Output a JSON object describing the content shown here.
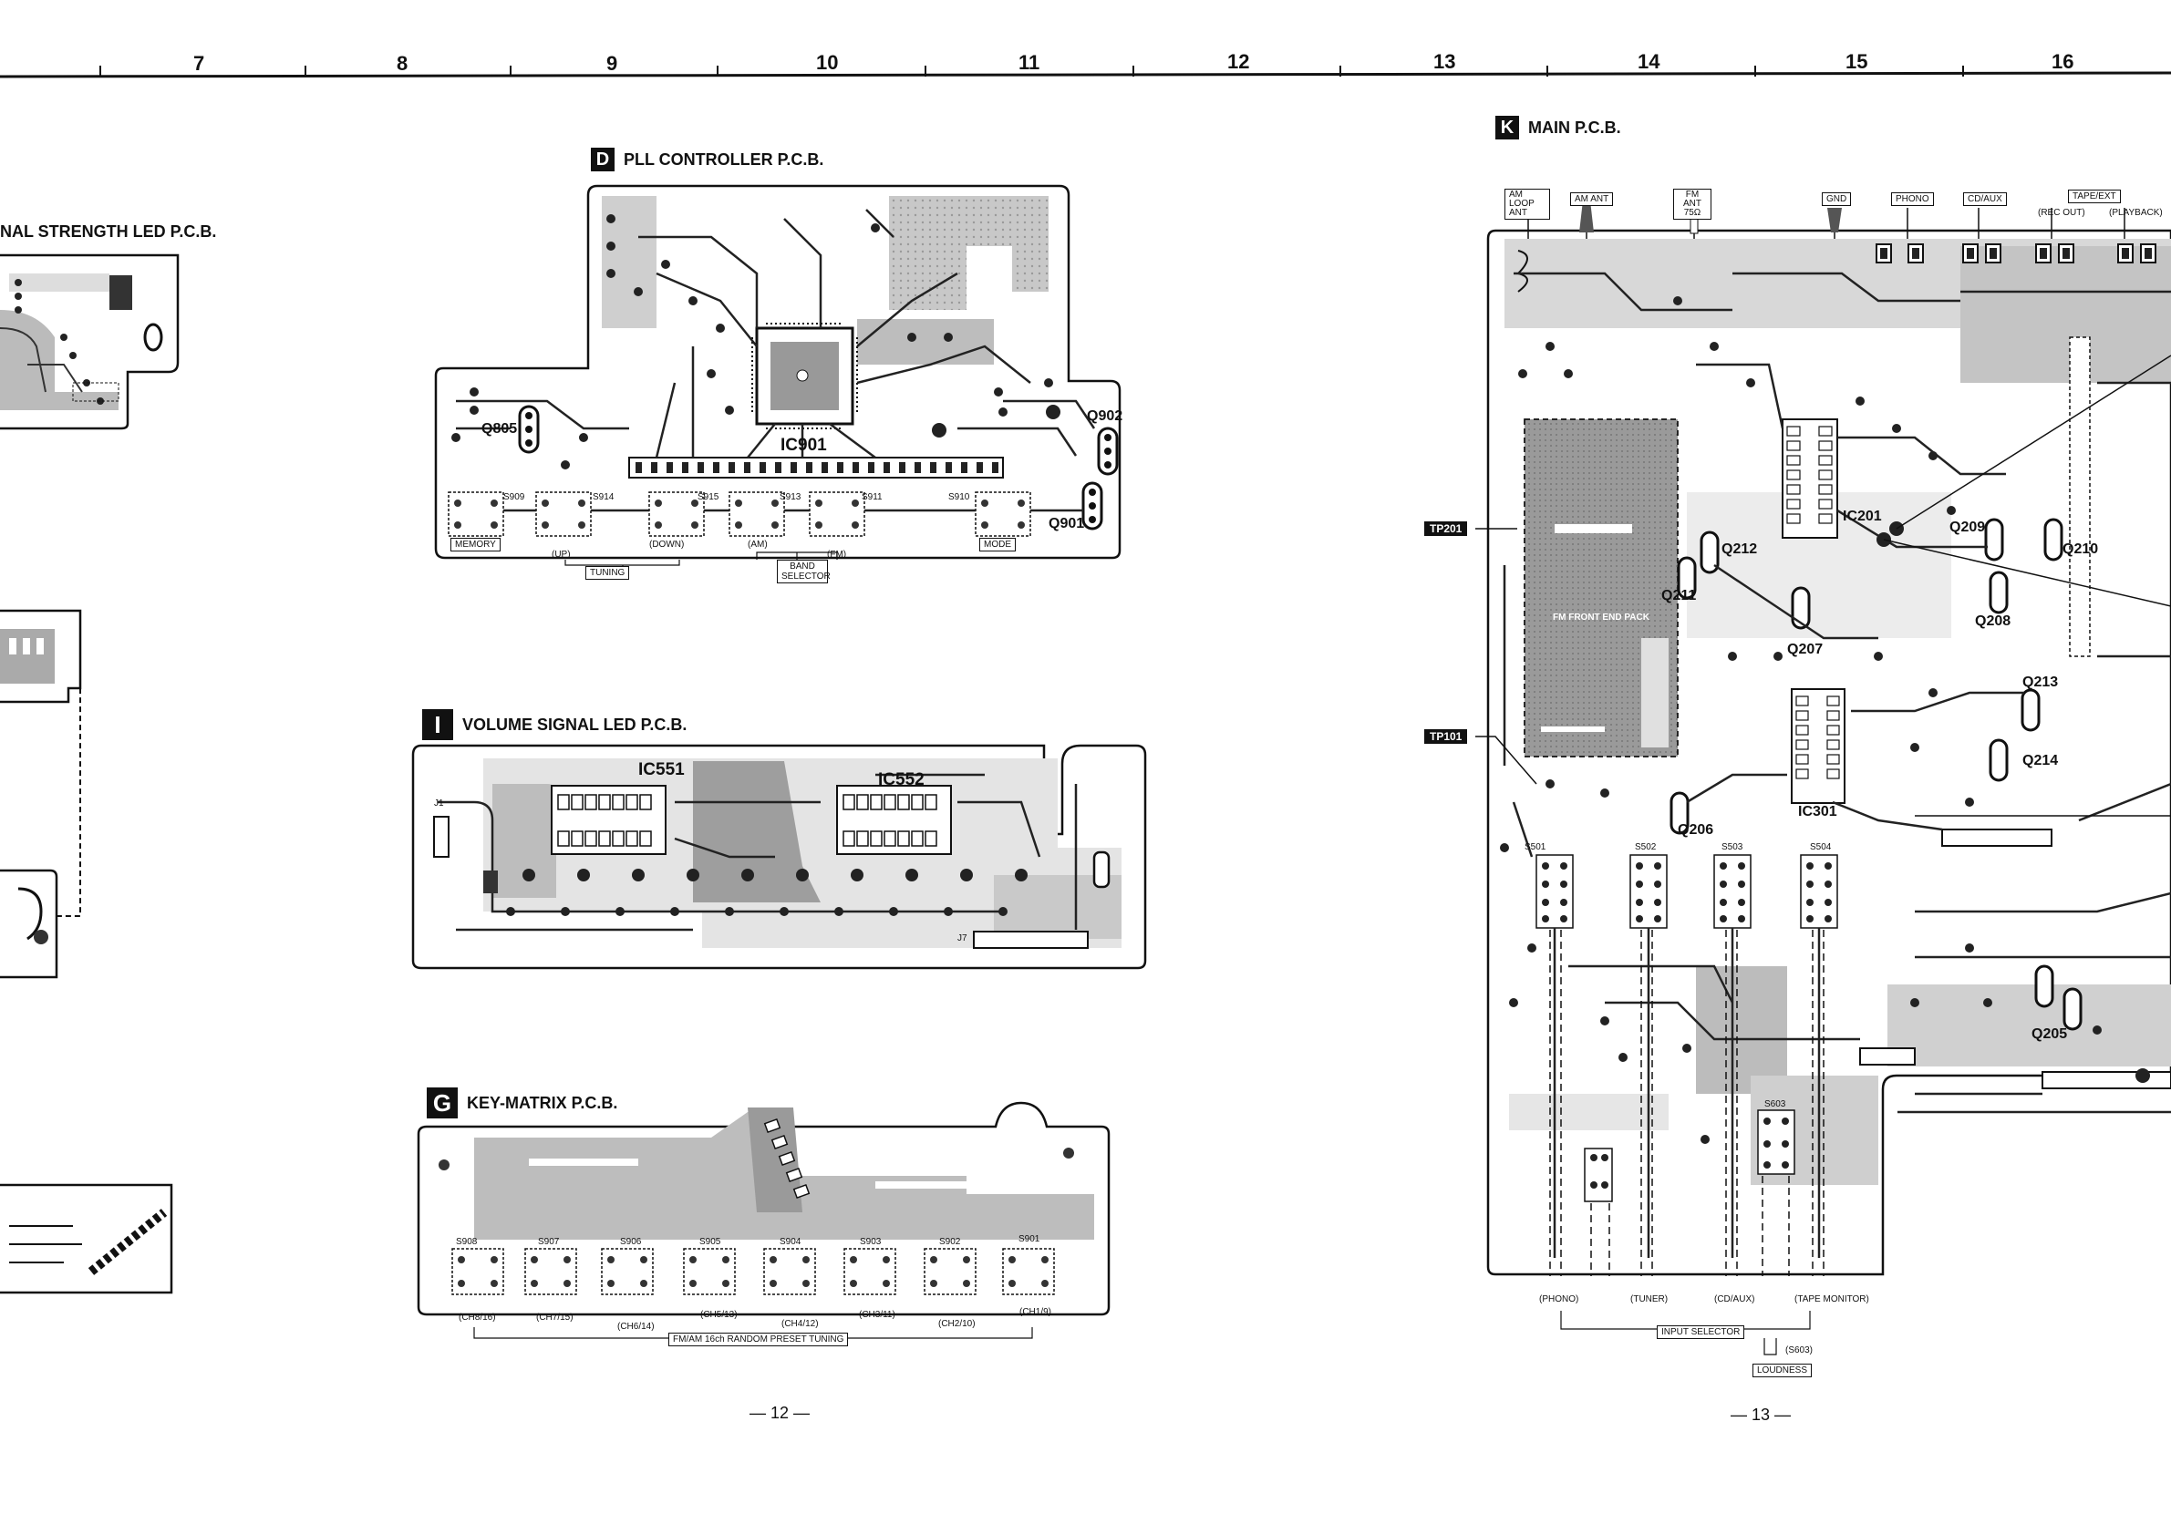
{
  "column_numbers": [
    "7",
    "8",
    "9",
    "10",
    "11",
    "12",
    "13",
    "14",
    "15",
    "16"
  ],
  "boards": {
    "signal_strength": {
      "title": "NAL STRENGTH LED P.C.B."
    },
    "pll": {
      "badge": "D",
      "title": "PLL CONTROLLER P.C.B.",
      "ic": "IC901",
      "q1": "Q805",
      "q2": "Q902",
      "q3": "Q901",
      "switches": [
        "S909",
        "S914",
        "S915",
        "S913",
        "S911",
        "S910"
      ],
      "labels": {
        "memory": "MEMORY",
        "up": "(UP)",
        "down": "(DOWN)",
        "am": "(AM)",
        "fm": "(FM)",
        "tuning": "TUNING",
        "band_selector": "BAND SELECTOR",
        "mode": "MODE"
      }
    },
    "volume": {
      "badge": "I",
      "title": "VOLUME SIGNAL LED P.C.B.",
      "ic1": "IC551",
      "ic2": "IC552",
      "connector": "J1",
      "connector2": "J7"
    },
    "keymatrix": {
      "badge": "G",
      "title": "KEY-MATRIX P.C.B.",
      "switches": [
        "S908",
        "S907",
        "S906",
        "S905",
        "S904",
        "S903",
        "S902",
        "S901"
      ],
      "top_channels": [
        "(CH8/16)",
        "(CH7/15)",
        "(CH5/13)",
        "(CH3/11)",
        "(CH1/9)"
      ],
      "bottom_channels": [
        "(CH6/14)",
        "(CH4/12)",
        "(CH2/10)"
      ],
      "caption": "FM/AM 16ch RANDOM PRESET TUNING"
    },
    "main": {
      "badge": "K",
      "title": "MAIN P.C.B.",
      "top_connectors": [
        "AM LOOP ANT",
        "AM ANT",
        "FM ANT 75Ω",
        "GND",
        "PHONO",
        "CD/AUX",
        "TAPE/EXT"
      ],
      "tape_sub": [
        "(REC OUT)",
        "(PLAYBACK)"
      ],
      "test_points": [
        "TP201",
        "TP101"
      ],
      "fm_pack": "FM FRONT END PACK",
      "ics": [
        "IC201",
        "IC301"
      ],
      "transistors": [
        "Q212",
        "Q211",
        "Q207",
        "Q209",
        "Q210",
        "Q208",
        "Q213",
        "Q214",
        "Q206",
        "Q205"
      ],
      "switches": [
        "S501",
        "S502",
        "S503",
        "S504",
        "S603"
      ],
      "inputs": [
        "(PHONO)",
        "(TUNER)",
        "(CD/AUX)",
        "(TAPE MONITOR)"
      ],
      "input_selector": "INPUT SELECTOR",
      "loudness_switch": "(S603)",
      "loudness": "LOUDNESS"
    }
  },
  "page_numbers": [
    "— 12 —",
    "— 13 —"
  ]
}
